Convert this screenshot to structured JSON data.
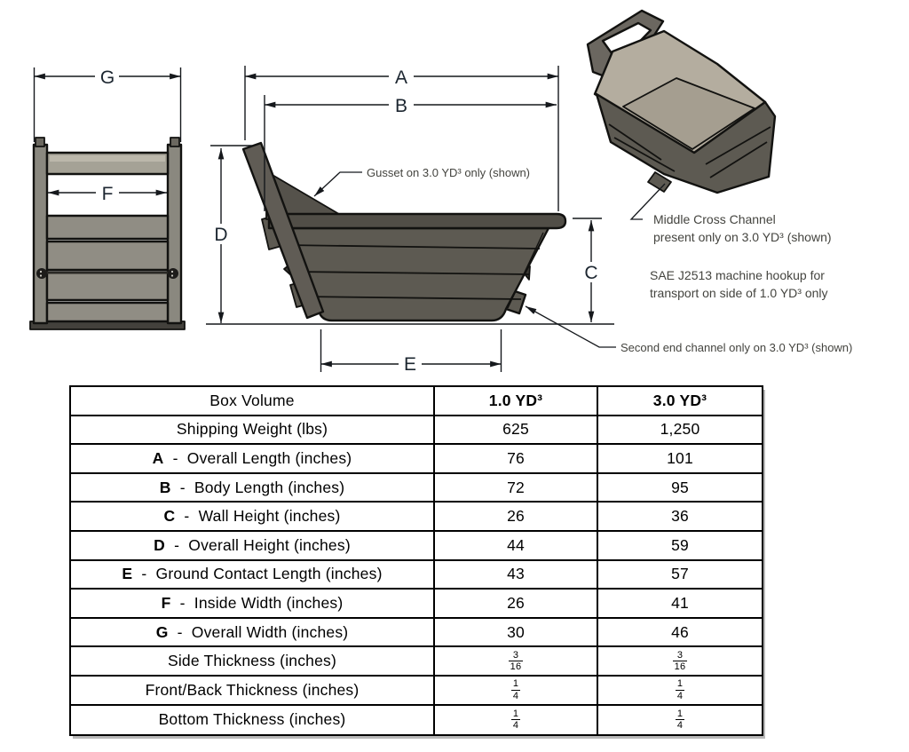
{
  "drawing": {
    "dims": {
      "a": "A",
      "b": "B",
      "c": "C",
      "d": "D",
      "e": "E",
      "f": "F",
      "g": "G"
    },
    "annotations": {
      "gusset": "Gusset on 3.0 YD³ only (shown)",
      "middle_cross_line1": "Middle Cross Channel",
      "middle_cross_line2": "present only on 3.0 YD³ (shown)",
      "sae_line1": "SAE J2513 machine hookup for",
      "sae_line2": "transport on side of 1.0 YD³ only",
      "second_end_channel": "Second end channel only on 3.0 YD³ (shown)"
    },
    "colors": {
      "body_dark": "#5d5a52",
      "rim_dark": "#514e47",
      "front_slat": "#908d84",
      "interior_light": "#b4ad9f",
      "line": "#121210"
    }
  },
  "table": {
    "header": {
      "label": "Box Volume",
      "col1": "1.0 YD³",
      "col2": "3.0 YD³"
    },
    "rows": [
      {
        "letter": "",
        "label": "Shipping Weight (lbs)",
        "v1": "625",
        "v2": "1,250",
        "fraction": false
      },
      {
        "letter": "A",
        "label": "Overall Length (inches)",
        "v1": "76",
        "v2": "101",
        "fraction": false
      },
      {
        "letter": "B",
        "label": "Body Length (inches)",
        "v1": "72",
        "v2": "95",
        "fraction": false
      },
      {
        "letter": "C",
        "label": "Wall Height (inches)",
        "v1": "26",
        "v2": "36",
        "fraction": false
      },
      {
        "letter": "D",
        "label": "Overall Height (inches)",
        "v1": "44",
        "v2": "59",
        "fraction": false
      },
      {
        "letter": "E",
        "label": "Ground Contact Length (inches)",
        "v1": "43",
        "v2": "57",
        "fraction": false
      },
      {
        "letter": "F",
        "label": "Inside Width (inches)",
        "v1": "26",
        "v2": "41",
        "fraction": false
      },
      {
        "letter": "G",
        "label": "Overall Width (inches)",
        "v1": "30",
        "v2": "46",
        "fraction": false
      },
      {
        "letter": "",
        "label": "Side Thickness (inches)",
        "v1": "3/16",
        "v2": "3/16",
        "fraction": true
      },
      {
        "letter": "",
        "label": "Front/Back Thickness (inches)",
        "v1": "1/4",
        "v2": "1/4",
        "fraction": true
      },
      {
        "letter": "",
        "label": "Bottom Thickness (inches)",
        "v1": "1/4",
        "v2": "1/4",
        "fraction": true
      }
    ]
  }
}
